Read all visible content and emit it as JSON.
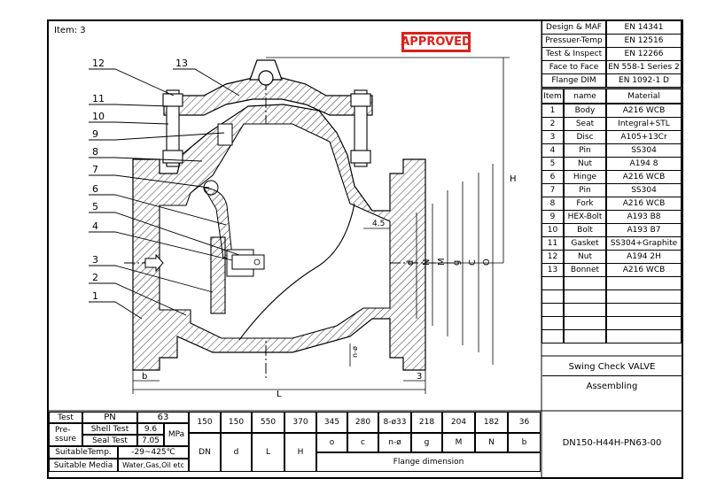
{
  "item_label": "Item: 3",
  "stamp": "APPROVED",
  "standards": [
    {
      "label": "Design & MAF",
      "value": "EN 14341"
    },
    {
      "label": "Pressuer-Temp",
      "value": "EN 12516"
    },
    {
      "label": "Test & Inspect",
      "value": "EN 12266"
    },
    {
      "label": "Face to Face",
      "value": "EN 558-1 Series 2"
    },
    {
      "label": "Flange DIM",
      "value": "EN 1092-1 D"
    }
  ],
  "parts_header": {
    "item": "Item",
    "name": "name",
    "material": "Material"
  },
  "parts": [
    {
      "item": "1",
      "name": "Body",
      "material": "A216 WCB"
    },
    {
      "item": "2",
      "name": "Seat",
      "material": "Integral+STL"
    },
    {
      "item": "3",
      "name": "Disc",
      "material": "A105+13Cr"
    },
    {
      "item": "4",
      "name": "Pin",
      "material": "SS304"
    },
    {
      "item": "5",
      "name": "Nut",
      "material": "A194 8"
    },
    {
      "item": "6",
      "name": "Hinge",
      "material": "A216 WCB"
    },
    {
      "item": "7",
      "name": "Pin",
      "material": "SS304"
    },
    {
      "item": "8",
      "name": "Fork",
      "material": "A216 WCB"
    },
    {
      "item": "9",
      "name": "HEX-Bolt",
      "material": "A193 B8"
    },
    {
      "item": "10",
      "name": "Bolt",
      "material": "A193 B7"
    },
    {
      "item": "11",
      "name": "Gasket",
      "material": "SS304+Graphite"
    },
    {
      "item": "12",
      "name": "Nut",
      "material": "A194 2H"
    },
    {
      "item": "13",
      "name": "Bonnet",
      "material": "A216 WCB"
    }
  ],
  "title_block": {
    "name": "Swing Check VALVE",
    "sub": "Assembling",
    "drawing_no": "DN150-H44H-PN63-00"
  },
  "bottom": {
    "test": "Test",
    "pressure": "Pre-\nssure",
    "pn_label": "PN",
    "pn_value": "63",
    "shell_label": "Shell Test",
    "shell_value": "9.6",
    "seal_label": "Seal Test",
    "seal_value": "7.05",
    "unit": "MPa",
    "temp_label": "SuitableTemp.",
    "temp_value": "-29~425℃",
    "media_label": "Suitable Media",
    "media_value": "Water,Gas,Oil etc",
    "dims_values": [
      "150",
      "150",
      "550",
      "370",
      "345",
      "280",
      "8-ø33",
      "218",
      "204",
      "182",
      "36"
    ],
    "dims_symbols": [
      "DN",
      "d",
      "L",
      "H",
      "o",
      "c",
      "n-ø",
      "g",
      "M",
      "N",
      "b"
    ],
    "flange_caption": "Flange dimension"
  },
  "callouts": [
    "1",
    "2",
    "3",
    "4",
    "5",
    "6",
    "7",
    "8",
    "9",
    "10",
    "11",
    "12",
    "13"
  ],
  "dim_labels": {
    "H": "H",
    "L": "L",
    "b": "b",
    "b2": "3",
    "gap": "4.5",
    "nphi": "n-ø",
    "d": "d",
    "N": "N",
    "M": "M",
    "g": "g",
    "C": "C",
    "O": "O"
  }
}
